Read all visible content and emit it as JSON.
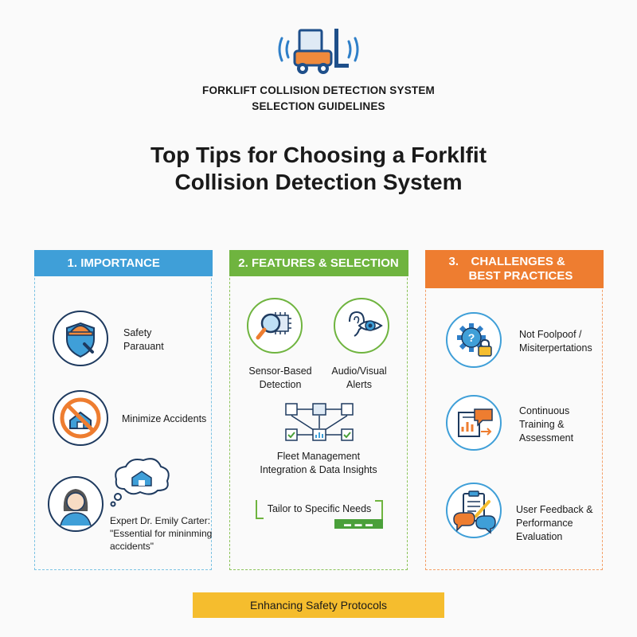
{
  "header": {
    "subtitle_line1": "FORKLIFT COLLISION DETECTION SYSTEM",
    "subtitle_line2": "SELECTION GUIDELINES",
    "title_line1": "Top Tips for Choosing a Forklfit",
    "title_line2": "Collision Detection System"
  },
  "panels": {
    "importance": {
      "number": "1.",
      "title": "IMPORTANCE",
      "items": [
        {
          "line1": "Safety",
          "line2": "Parauant",
          "icon": "worker-shield-icon"
        },
        {
          "line1": "Minimize Accidents",
          "icon": "no-warehouse-icon"
        },
        {
          "line1": "Expert Dr. Emily Carter:",
          "line2": "\"Essential for mininming",
          "line3": "accidents\"",
          "icon": "expert-avatar-icon"
        }
      ]
    },
    "features": {
      "number": "2.",
      "title": "FEATURES & SELECTION",
      "items": [
        {
          "line1": "Sensor-Based",
          "line2": "Detection",
          "icon": "magnifier-chip-icon"
        },
        {
          "line1": "Audio/Visual",
          "line2": "Alerts",
          "icon": "ear-eye-icon"
        },
        {
          "line1": "Fleet Management",
          "line2": "Integration & Data Insights",
          "icon": "network-flow-icon"
        }
      ],
      "tailor_label": "Tailor to Specific Needs",
      "tailor_bar": "▬ ▬ ▬"
    },
    "challenges": {
      "number": "3.",
      "title_line1": "CHALLENGES &",
      "title_line2": "BEST PRACTICES",
      "items": [
        {
          "line1": "Not Foolpoof /",
          "line2": "Misiterpertations",
          "icon": "gear-lock-icon"
        },
        {
          "line1": "Continuous",
          "line2": "Training &",
          "line3": "Assessment",
          "icon": "training-chart-icon"
        },
        {
          "line1": "User Feedback &",
          "line2": "Performance",
          "line3": "Evaluation",
          "icon": "feedback-clipboard-icon"
        }
      ]
    }
  },
  "footer": {
    "label": "Enhancing Safety Protocols"
  },
  "colors": {
    "blue": "#3f9fd8",
    "green": "#6fb43f",
    "orange": "#ee7d30",
    "yellow": "#f5bd2e"
  }
}
